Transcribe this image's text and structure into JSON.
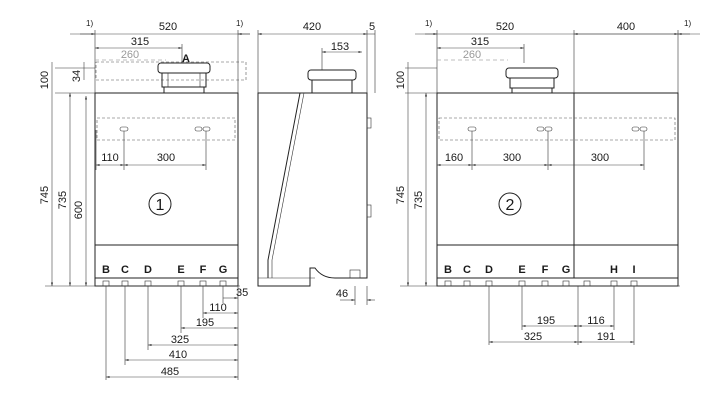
{
  "note_marker": "1)",
  "left_unit": {
    "number": "1",
    "marker": "A",
    "dims": {
      "total_width": "520",
      "d315": "315",
      "d260": "260",
      "d110": "110",
      "d300": "300",
      "h100": "100",
      "h34": "34",
      "h745": "745",
      "h735": "735",
      "h600": "600",
      "b35": "35",
      "b110": "110",
      "b195": "195",
      "b325": "325",
      "b410": "410",
      "b485": "485"
    },
    "connections": [
      "B",
      "C",
      "D",
      "E",
      "F",
      "G"
    ]
  },
  "side_view": {
    "dims": {
      "depth": "420",
      "gap": "5",
      "flue": "153",
      "bottom": "46"
    }
  },
  "right_unit": {
    "number": "2",
    "dims": {
      "width_a": "520",
      "width_b": "400",
      "d315": "315",
      "d260": "260",
      "d160": "160",
      "d300a": "300",
      "d300b": "300",
      "h100": "100",
      "h745": "745",
      "h735": "735",
      "b195": "195",
      "b116": "116",
      "b325": "325",
      "b191": "191"
    },
    "connections": [
      "B",
      "C",
      "D",
      "E",
      "F",
      "G",
      "H",
      "I"
    ]
  }
}
